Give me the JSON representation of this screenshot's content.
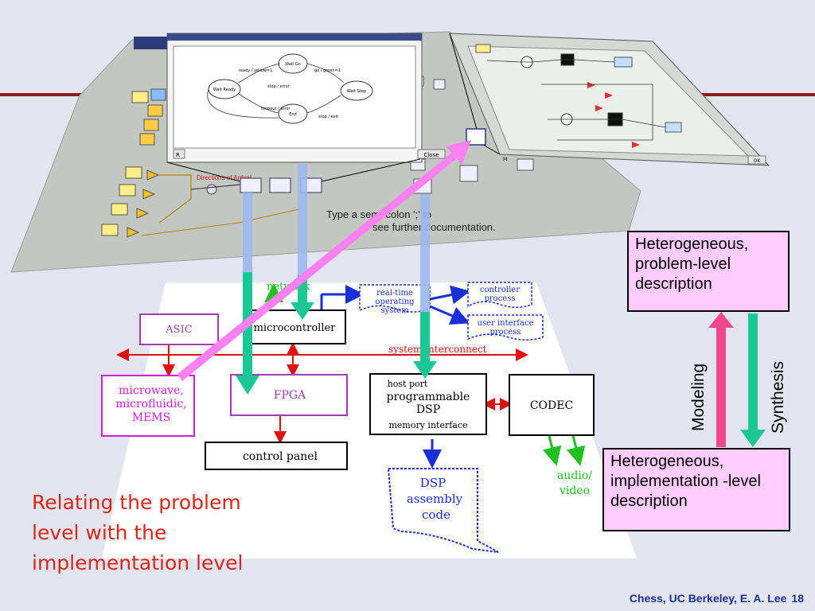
{
  "top_diagram": {
    "fsm_states": [
      "Wait Go",
      "Wait Ready",
      "Wait Stop",
      "End"
    ],
    "fsm_transitions": [
      "ready / yellow=1",
      "go / green=1",
      "stop / error",
      "timeout / error",
      "stop / exit"
    ],
    "directions_label": "Directions of Arrival",
    "help_text_line1": "Type a semi-colon ';' to",
    "help_text_line2": "see further documentation.",
    "close_button": "Close",
    "r_label": "R",
    "ok_button": "OK",
    "m_label": "M"
  },
  "hardware": {
    "network_label": "network",
    "rtos_line1": "real-time",
    "rtos_line2": "operating",
    "rtos_line3": "system",
    "controller_line1": "controller",
    "controller_line2": "process",
    "ui_line1": "user interface",
    "ui_line2": "process",
    "asic": "ASIC",
    "microcontroller": "microcontroller",
    "system_interconnect": "system interconnect",
    "mems_line1": "microwave,",
    "mems_line2": "microfluidic,",
    "mems_line3": "MEMS",
    "fpga": "FPGA",
    "host_port": "host port",
    "dsp_line1": "programmable",
    "dsp_line2": "DSP",
    "memory_interface": "memory interface",
    "codec": "CODEC",
    "control_panel": "control panel",
    "audio_line1": "audio/",
    "audio_line2": "video",
    "dsp_code_line1": "DSP",
    "dsp_code_line2": "assembly",
    "dsp_code_line3": "code"
  },
  "callouts": {
    "problem_level": "Heterogeneous, problem-level description",
    "implementation_level": "Heterogeneous, implementation -level description"
  },
  "arrows": {
    "modeling": "Modeling",
    "synthesis": "Synthesis"
  },
  "caption": {
    "line1": "Relating the problem",
    "line2": "level with the",
    "line3": "implementation level"
  },
  "footer": {
    "credit": "Chess, UC Berkeley, E. A. Lee",
    "page": "18"
  },
  "colors": {
    "modeling_arrow": "#f0468c",
    "synthesis_arrow": "#19c894",
    "mapping_arrow": "#ff80f0",
    "caption": "#d8261a",
    "callout_fill": "#ffccff",
    "footer": "#1c2f8a"
  }
}
